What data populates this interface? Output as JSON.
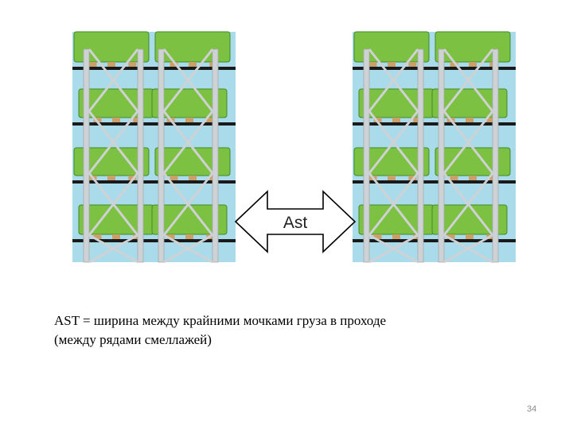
{
  "diagram": {
    "arrow_label": "Ast",
    "colors": {
      "background": "#a9dbea",
      "pallet": "#7dc142",
      "pallet_outline": "#3f8a2a",
      "beam": "#1a1a1a",
      "block": "#c99f6a",
      "upright": "#cfd2d4",
      "arrow_fill": "#ffffff",
      "arrow_stroke": "#000000"
    }
  },
  "caption": {
    "line1": "AST = ширина между крайними мочками груза в проходе",
    "line2": "(между рядами смеллажей)"
  },
  "page_number": "34"
}
